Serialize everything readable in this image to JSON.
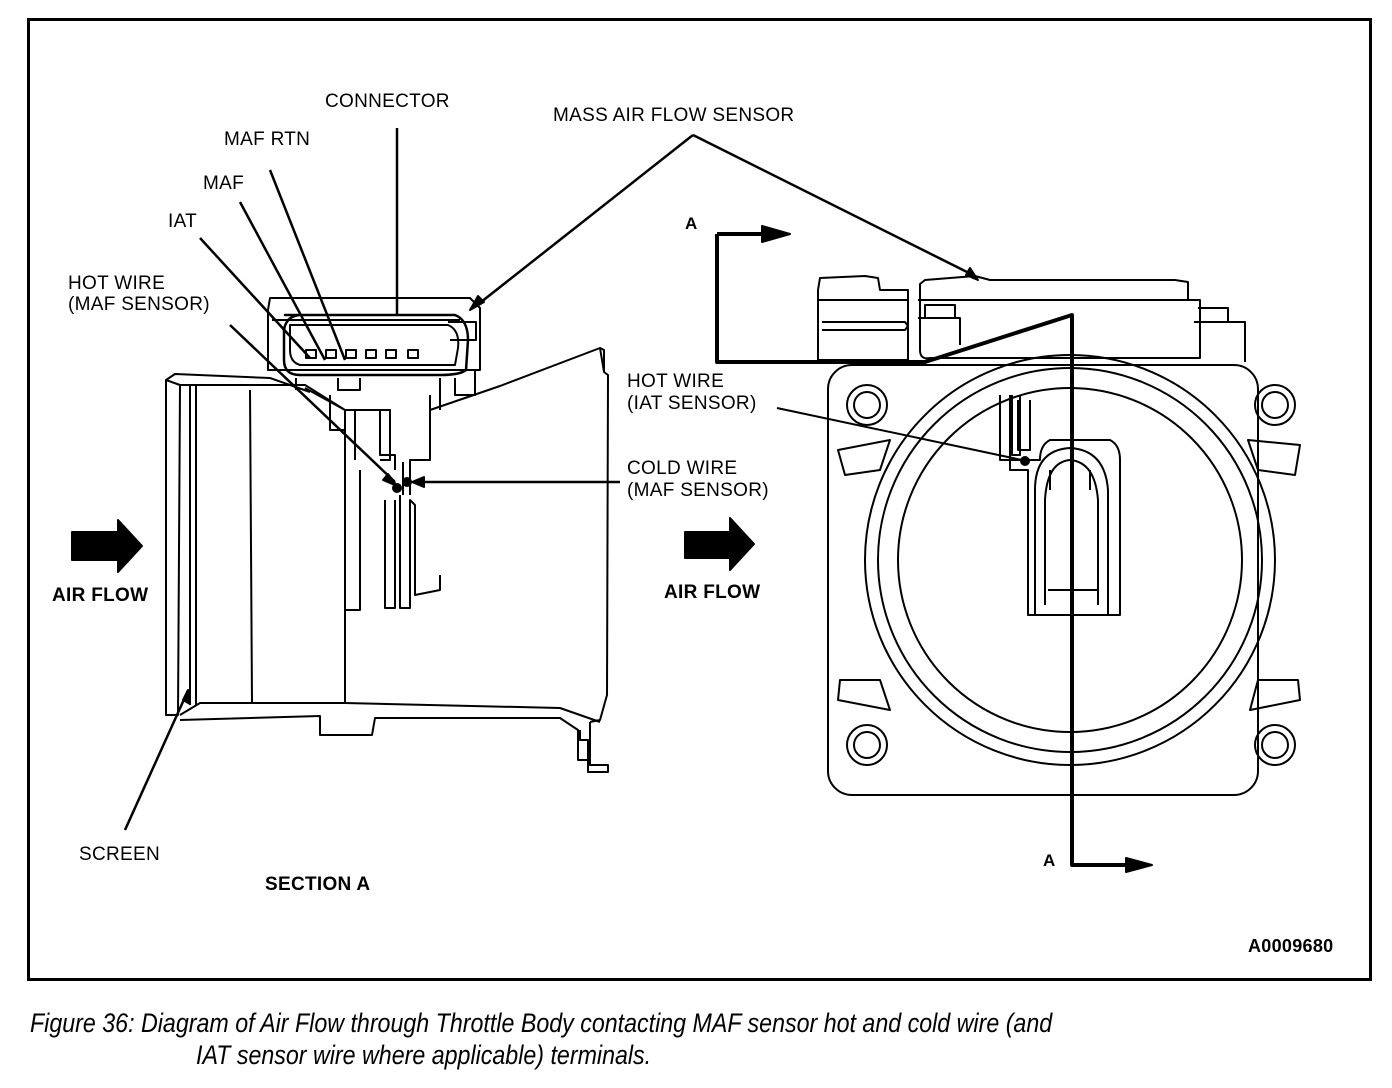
{
  "figure": {
    "caption_line1": "Figure 36: Diagram of Air Flow through Throttle Body contacting MAF sensor hot and cold wire (and",
    "caption_line2": "IAT sensor wire where applicable) terminals.",
    "figure_id": "A0009680"
  },
  "left_view": {
    "title": "SECTION A",
    "labels": {
      "connector": "CONNECTOR",
      "maf_rtn": "MAF RTN",
      "maf": "MAF",
      "iat": "IAT",
      "hot_wire_line1": "HOT WIRE",
      "hot_wire_line2": "(MAF SENSOR)",
      "cold_wire_line1": "COLD WIRE",
      "cold_wire_line2": "(MAF SENSOR)",
      "screen": "SCREEN",
      "air_flow": "AIR FLOW"
    }
  },
  "right_view": {
    "labels": {
      "mass_air_flow_sensor": "MASS AIR FLOW SENSOR",
      "hot_wire_line1": "HOT WIRE",
      "hot_wire_line2": "(IAT SENSOR)",
      "air_flow": "AIR FLOW",
      "section_mark_top": "A",
      "section_mark_bottom": "A"
    }
  }
}
